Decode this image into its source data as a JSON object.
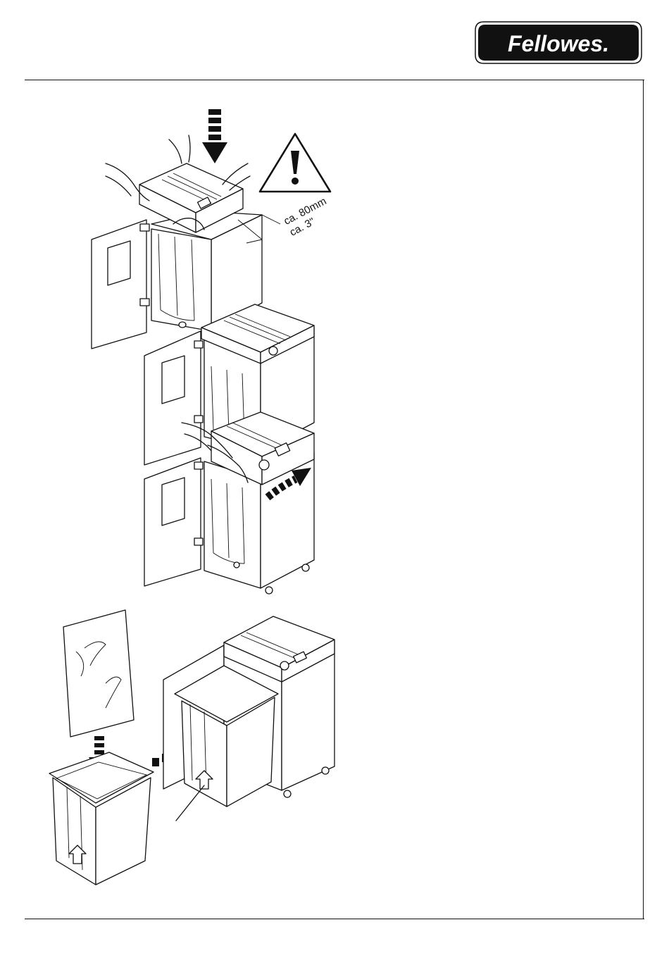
{
  "brand": {
    "logo_text": "Fellowes.",
    "logo_fg": "#ffffff",
    "logo_bg": "#111111"
  },
  "icons": {
    "warning": "warning-triangle-icon",
    "push_arrow": "dashed-arrow-icon",
    "lift_arrow": "outline-up-arrow-icon"
  },
  "dimensions": {
    "metric": "ca. 80mm",
    "imperial": "ca. 3\""
  }
}
